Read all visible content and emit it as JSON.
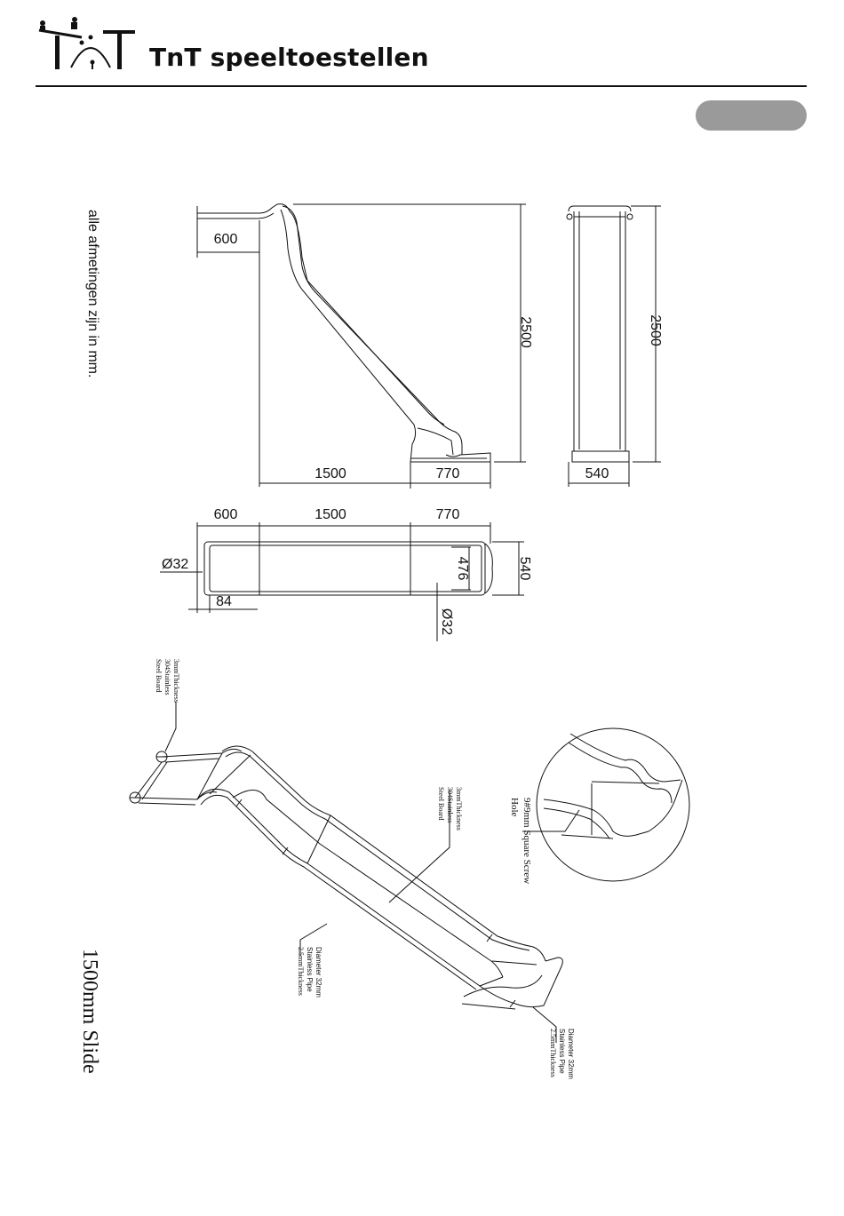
{
  "header": {
    "brand": "TnT speeltoestellen"
  },
  "notes": {
    "units": "alle afmetingen zijn in mm.",
    "title": "1500mm Slide"
  },
  "dimensions": {
    "side_top": "600",
    "side_base": "1500",
    "side_run": "770",
    "side_height": "2500",
    "front_height": "2500",
    "front_width": "540",
    "plan_top": "600",
    "plan_mid": "1500",
    "plan_run": "770",
    "plan_inner": "476",
    "plan_width": "540",
    "plan_pipe_left": "Ø32",
    "plan_pipe_bottom": "Ø32",
    "plan_offset": "84"
  },
  "callouts": {
    "board_top": [
      "3mmThickness",
      "304Stainless",
      "Steel Board"
    ],
    "board_mid": [
      "3mmThickness",
      "304Stainless",
      "Steel Board"
    ],
    "pipe_mid": [
      "Diameter 32mm",
      "Stainless Pipe",
      "2.5mmThickness"
    ],
    "pipe_end": [
      "Diameter 32mm",
      "Stainless Pipe",
      "2.5mmThickness"
    ],
    "screw": [
      "9#9mm Square Screw",
      "Hole"
    ]
  },
  "colors": {
    "ink": "#111111",
    "pill": "#9a9a9a"
  }
}
